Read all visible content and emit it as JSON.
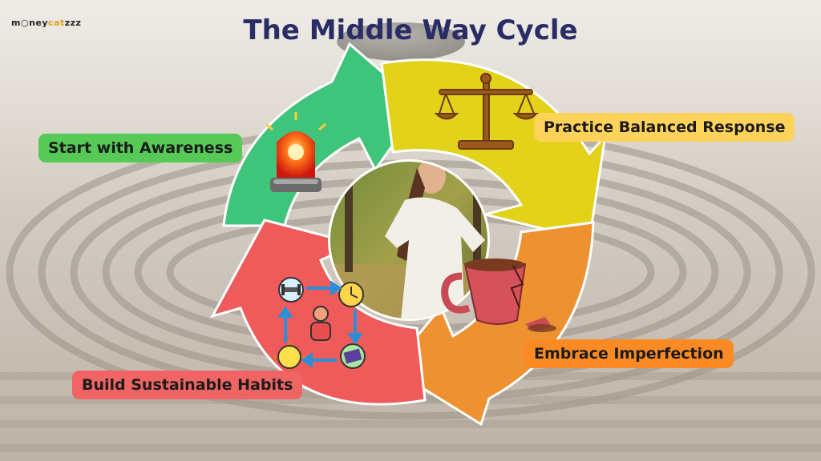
{
  "brand": {
    "prefix": "m",
    "mid": "ney",
    "accent": "cat",
    "suffix": "zzz"
  },
  "title": "The Middle Way Cycle",
  "stages": [
    {
      "label": "Start with Awareness",
      "color": "#3fc47b",
      "label_bg": "#57c957",
      "icon": "siren-alarm-icon"
    },
    {
      "label": "Practice Balanced Response",
      "color": "#e3d21a",
      "label_bg": "#ffd25a",
      "icon": "balance-scale-icon"
    },
    {
      "label": "Embrace Imperfection",
      "color": "#ee9130",
      "label_bg": "#fb8a24",
      "icon": "broken-cup-icon"
    },
    {
      "label": "Build Sustainable Habits",
      "color": "#ef5a5a",
      "label_bg": "#f06464",
      "icon": "habit-cycle-icon"
    }
  ],
  "center_image": "woman-in-nature-photo",
  "background": "zen-sand-garden"
}
